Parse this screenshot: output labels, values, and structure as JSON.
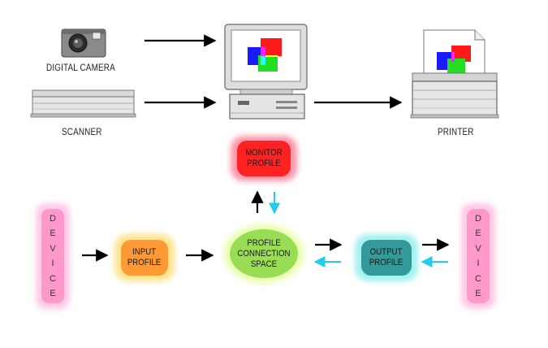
{
  "devices": {
    "camera_label": "DIGITAL CAMERA",
    "scanner_label": "SCANNER",
    "printer_label": "PRINTER"
  },
  "profiles": {
    "monitor": "MONITOR\nPROFILE",
    "input": "INPUT\nPROFILE",
    "pcs": "PROFILE\nCONNECTION\nSPACE",
    "output": "OUTPUT\nPROFILE"
  },
  "side_devices": {
    "left": "DEVICE",
    "right": "DEVICE"
  },
  "colors": {
    "monitor_profile": "#ff2222",
    "input_profile": "#ff9933",
    "pcs": "#99dd55",
    "output_profile": "#339999",
    "device": "#ff99cc",
    "return_arrow": "#22ccee",
    "forward_arrow": "#000000"
  }
}
